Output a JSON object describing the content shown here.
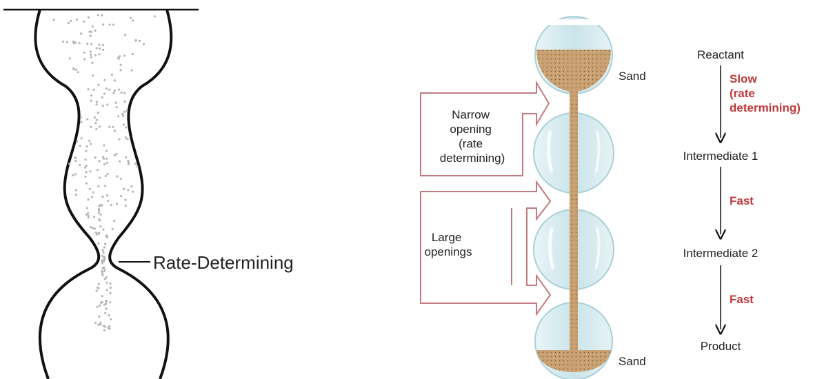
{
  "left_diagram": {
    "bottleneck_label": "Rate-Determining"
  },
  "right_diagram": {
    "sand_top_label": "Sand",
    "sand_bottom_label": "Sand",
    "narrow_opening_label": [
      "Narrow",
      "opening",
      "(rate",
      "determining)"
    ],
    "large_openings_label": [
      "Large",
      "openings"
    ],
    "steps": {
      "reactant": "Reactant",
      "slow_label": [
        "Slow",
        "(rate",
        "determining)"
      ],
      "intermediate_1": "Intermediate 1",
      "fast_label_1": "Fast",
      "intermediate_2": "Intermediate 2",
      "fast_label_2": "Fast",
      "product": "Product"
    }
  },
  "colors": {
    "outline": "#111111",
    "dots": "#b5b5b5",
    "glass": "#cfe7ec",
    "glass_edge": "#9cc9d1",
    "sand": "#c49a6c",
    "arrow_outline": "#c47a80",
    "step_red": "#c0393b"
  }
}
